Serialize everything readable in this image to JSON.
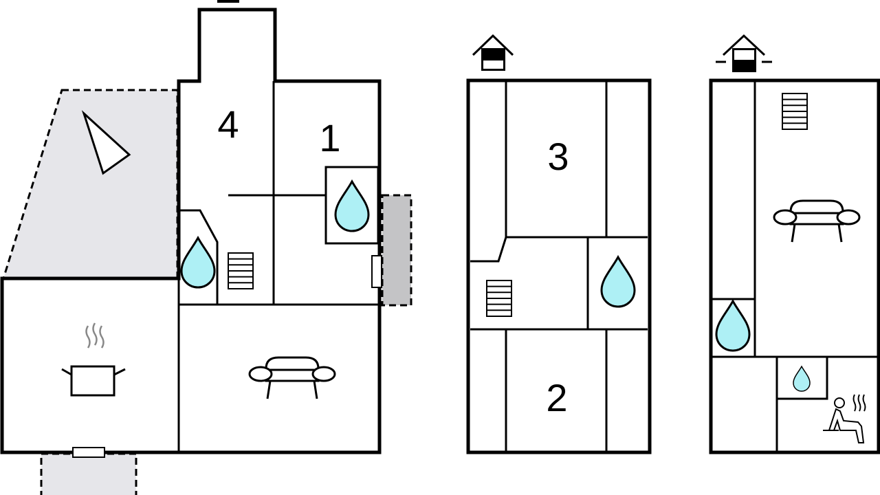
{
  "plans": [
    {
      "name": "ground-floor",
      "rooms": [
        {
          "label": "4"
        },
        {
          "label": "1"
        }
      ]
    },
    {
      "name": "first-floor",
      "rooms": [
        {
          "label": "3"
        },
        {
          "label": "2"
        }
      ]
    },
    {
      "name": "basement",
      "rooms": []
    }
  ],
  "icons": [
    "compass-icon",
    "shower-drop-icon",
    "stairs-icon",
    "kitchen-pot-icon",
    "sofa-icon",
    "floor-indicator-icon",
    "sauna-icon",
    "window-icon"
  ],
  "colors": {
    "water": "#aef0f5",
    "terrace": "#e6e6ea",
    "terrace_dark": "#c4c4c6",
    "wall": "#000000"
  }
}
